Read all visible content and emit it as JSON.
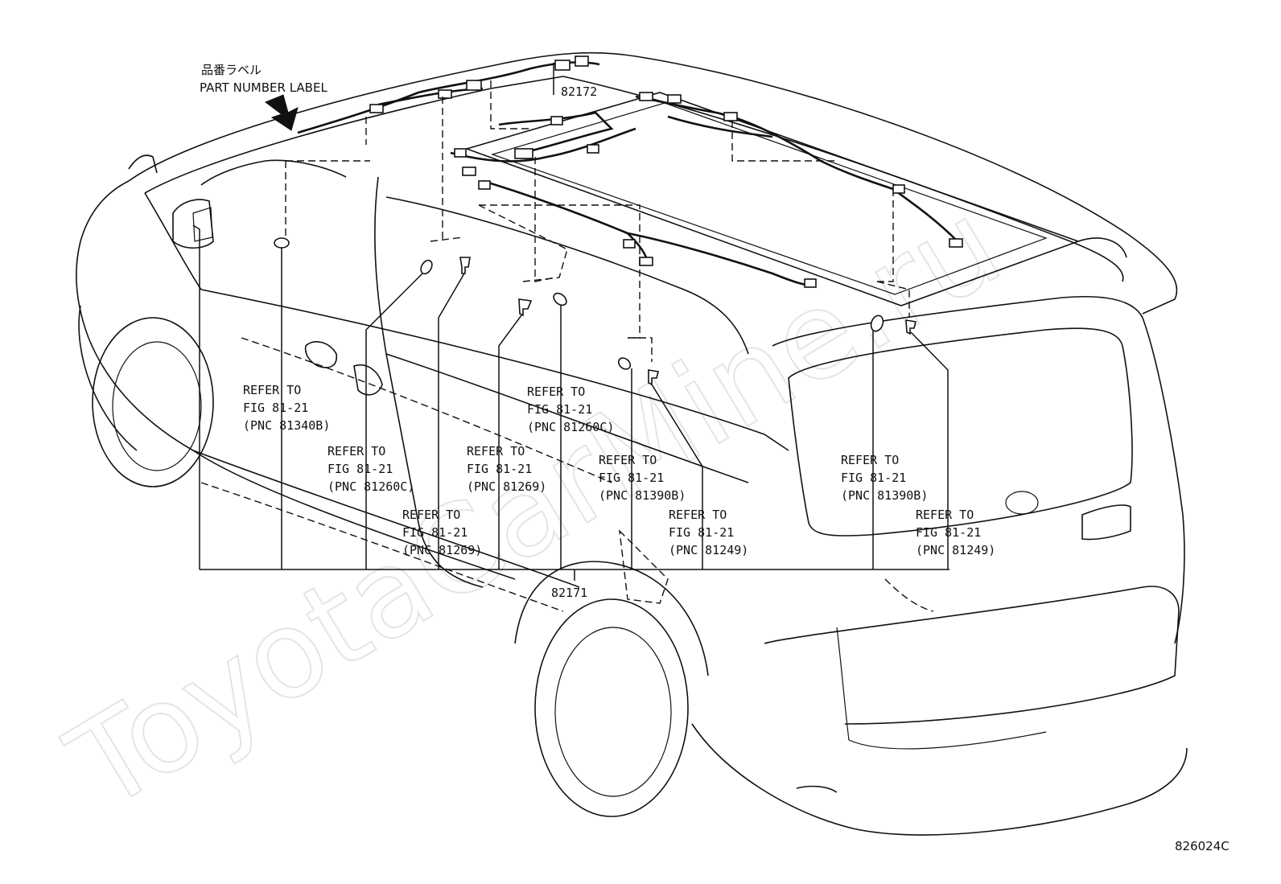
{
  "watermark": "ToyotaCarMine.ru",
  "label_callout": {
    "japanese": "品番ラベル",
    "english": "PART NUMBER LABEL"
  },
  "part_numbers": {
    "upper_harness": "82172",
    "lower_harness": "82171"
  },
  "figure_code": "826024C",
  "references": [
    {
      "line1": "REFER TO",
      "line2": "FIG 81-21",
      "line3": "(PNC 81340B)"
    },
    {
      "line1": "REFER TO",
      "line2": "FIG 81-21",
      "line3": "(PNC 81260C)"
    },
    {
      "line1": "REFER TO",
      "line2": "FIG 81-21",
      "line3": "(PNC 81269)"
    },
    {
      "line1": "REFER TO",
      "line2": "FIG 81-21",
      "line3": "(PNC 81269)"
    },
    {
      "line1": "REFER TO",
      "line2": "FIG 81-21",
      "line3": "(PNC 81260C)"
    },
    {
      "line1": "REFER TO",
      "line2": "FIG 81-21",
      "line3": "(PNC 81390B)"
    },
    {
      "line1": "REFER TO",
      "line2": "FIG 81-21",
      "line3": "(PNC 81249)"
    },
    {
      "line1": "REFER TO",
      "line2": "FIG 81-21",
      "line3": "(PNC 81390B)"
    },
    {
      "line1": "REFER TO",
      "line2": "FIG 81-21",
      "line3": "(PNC 81249)"
    }
  ]
}
